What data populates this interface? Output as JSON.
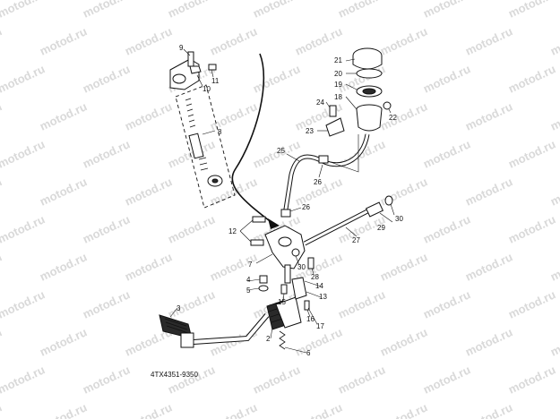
{
  "watermark": "motod.ru",
  "part_code": "4TX4351-9350",
  "callouts": {
    "c2": "2",
    "c3": "3",
    "c4": "4",
    "c5": "5",
    "c6": "6",
    "c7": "7",
    "c8": "8",
    "c9": "9",
    "c10": "10",
    "c11": "11",
    "c12": "12",
    "c13": "13",
    "c14": "14",
    "c15": "15",
    "c16": "16",
    "c17": "17",
    "c18": "18",
    "c19": "19",
    "c20": "20",
    "c21": "21",
    "c22": "22",
    "c23": "23",
    "c24": "24",
    "c25": "25",
    "c26a": "26",
    "c26b": "26",
    "c27": "27",
    "c28": "28",
    "c29": "29",
    "c30a": "30",
    "c30b": "30"
  }
}
